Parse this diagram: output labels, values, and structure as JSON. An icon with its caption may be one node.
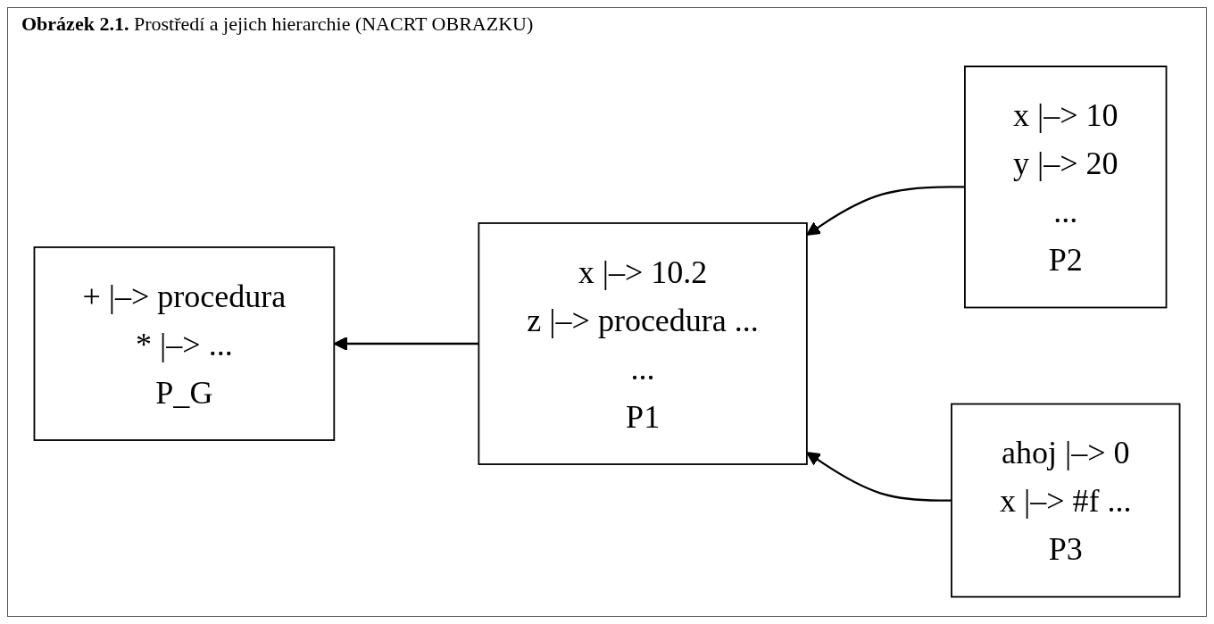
{
  "diagram": {
    "title": "**Obrázek 2.1.** Prostředí a jejich hierarchie (NACRT OBRAZKU)",
    "nodes": [
      {
        "text": [
          "+ |–> procedura",
          "* |–> ...",
          "P_G"
        ]
      },
      {
        "text": [
          "x |–> 10.2",
          "z |–> procedura ...",
          "...",
          "P1"
        ]
      },
      {
        "text": [
          "x |–> 10",
          "y |–> 20",
          "...",
          "P2"
        ]
      },
      {
        "text": [
          "ahoj |–> 0",
          "x |–> #f ...",
          "P3"
        ]
      }
    ],
    "edges": [
      {
        "from": 1,
        "to": 0,
        "arrow": "to"
      },
      {
        "from": 2,
        "to": 1,
        "arrow": "to"
      },
      {
        "from": 3,
        "to": 1,
        "arrow": "to"
      }
    ]
  }
}
